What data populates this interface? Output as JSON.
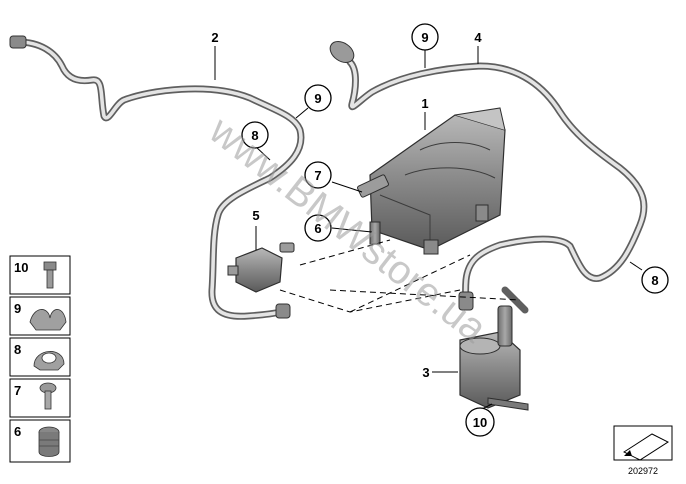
{
  "callouts": [
    {
      "id": "c1",
      "label": "1"
    },
    {
      "id": "c2",
      "label": "2"
    },
    {
      "id": "c3",
      "label": "3"
    },
    {
      "id": "c4",
      "label": "4"
    },
    {
      "id": "c5",
      "label": "5"
    },
    {
      "id": "c6",
      "label": "6"
    },
    {
      "id": "c7",
      "label": "7"
    },
    {
      "id": "c8a",
      "label": "8"
    },
    {
      "id": "c8b",
      "label": "8"
    },
    {
      "id": "c9a",
      "label": "9"
    },
    {
      "id": "c9b",
      "label": "9"
    },
    {
      "id": "c10",
      "label": "10"
    }
  ],
  "legend": [
    {
      "label": "10",
      "part": "bolt-icon"
    },
    {
      "label": "9",
      "part": "double-clip-icon"
    },
    {
      "label": "8",
      "part": "hose-clip-icon"
    },
    {
      "label": "7",
      "part": "screw-icon"
    },
    {
      "label": "6",
      "part": "grommet-icon"
    }
  ],
  "watermark": "www.BMWstore.ua",
  "reference_number": "202972",
  "colors": {
    "line": "#000000",
    "hose": "#5f5f5f",
    "part": "#8a8a8a"
  }
}
